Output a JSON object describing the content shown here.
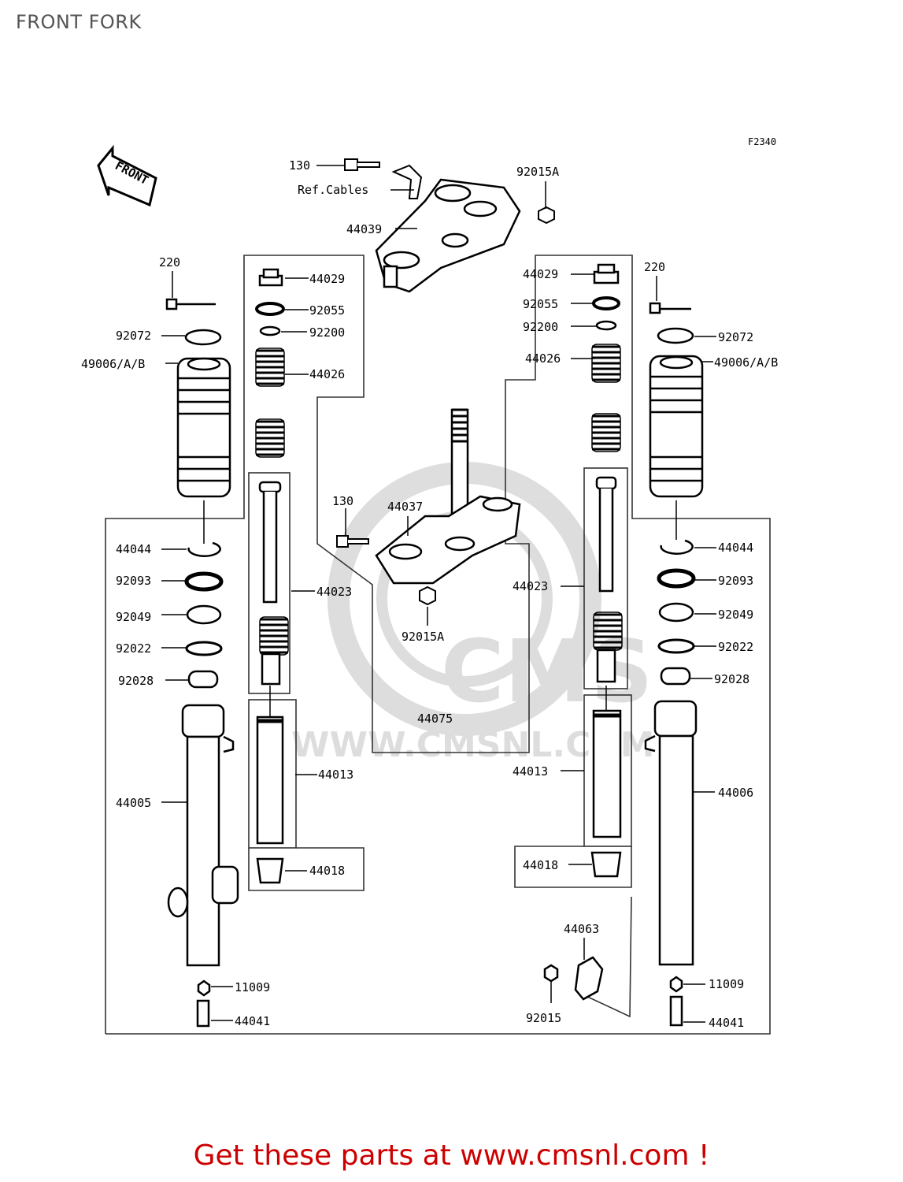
{
  "title": "FRONT FORK",
  "figure_ref": "F2340",
  "front_label": "FRONT",
  "watermark": {
    "text": "WWW.CMSNL.COM",
    "logo": "CMS"
  },
  "ref_cables": "Ref.Cables",
  "footer": {
    "text": "Get these parts at www.cmsnl.com !",
    "color": "#cc0000"
  },
  "parts": [
    {
      "name": "label-130-top",
      "text": "130"
    },
    {
      "name": "label-ref-cables",
      "text": "Ref.Cables"
    },
    {
      "name": "label-92015A-top",
      "text": "92015A"
    },
    {
      "name": "label-44039",
      "text": "44039"
    },
    {
      "name": "label-220-left",
      "text": "220"
    },
    {
      "name": "label-220-right",
      "text": "220"
    },
    {
      "name": "label-44029-left",
      "text": "44029"
    },
    {
      "name": "label-44029-right",
      "text": "44029"
    },
    {
      "name": "label-92055-left",
      "text": "92055"
    },
    {
      "name": "label-92055-right",
      "text": "92055"
    },
    {
      "name": "label-92200-left",
      "text": "92200"
    },
    {
      "name": "label-92200-right",
      "text": "92200"
    },
    {
      "name": "label-92072-left",
      "text": "92072"
    },
    {
      "name": "label-92072-right",
      "text": "92072"
    },
    {
      "name": "label-49006-left",
      "text": "49006/A/B"
    },
    {
      "name": "label-49006-right",
      "text": "49006/A/B"
    },
    {
      "name": "label-44026-left",
      "text": "44026"
    },
    {
      "name": "label-44026-right",
      "text": "44026"
    },
    {
      "name": "label-130-mid",
      "text": "130"
    },
    {
      "name": "label-44037",
      "text": "44037"
    },
    {
      "name": "label-44044-left",
      "text": "44044"
    },
    {
      "name": "label-44044-right",
      "text": "44044"
    },
    {
      "name": "label-92093-left",
      "text": "92093"
    },
    {
      "name": "label-92093-right",
      "text": "92093"
    },
    {
      "name": "label-44023-left",
      "text": "44023"
    },
    {
      "name": "label-44023-right",
      "text": "44023"
    },
    {
      "name": "label-92049-left",
      "text": "92049"
    },
    {
      "name": "label-92049-right",
      "text": "92049"
    },
    {
      "name": "label-92015A-mid",
      "text": "92015A"
    },
    {
      "name": "label-92022-left",
      "text": "92022"
    },
    {
      "name": "label-92022-right",
      "text": "92022"
    },
    {
      "name": "label-92028-left",
      "text": "92028"
    },
    {
      "name": "label-92028-right",
      "text": "92028"
    },
    {
      "name": "label-44075",
      "text": "44075"
    },
    {
      "name": "label-44013-left",
      "text": "44013"
    },
    {
      "name": "label-44013-right",
      "text": "44013"
    },
    {
      "name": "label-44005",
      "text": "44005"
    },
    {
      "name": "label-44006",
      "text": "44006"
    },
    {
      "name": "label-44018-left",
      "text": "44018"
    },
    {
      "name": "label-44018-right",
      "text": "44018"
    },
    {
      "name": "label-44063",
      "text": "44063"
    },
    {
      "name": "label-11009-left",
      "text": "11009"
    },
    {
      "name": "label-11009-right",
      "text": "11009"
    },
    {
      "name": "label-92015",
      "text": "92015"
    },
    {
      "name": "label-44041-left",
      "text": "44041"
    },
    {
      "name": "label-44041-right",
      "text": "44041"
    }
  ]
}
